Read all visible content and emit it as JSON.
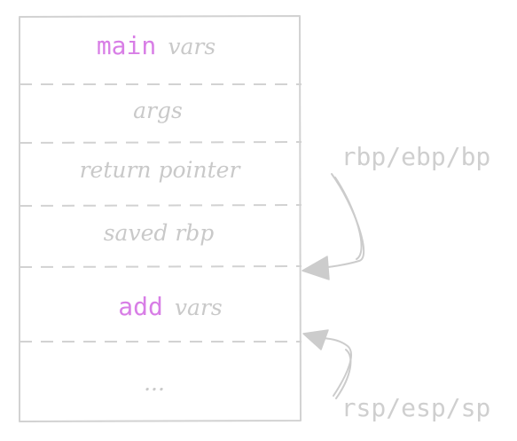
{
  "stack": {
    "main_slot": {
      "keyword": "main",
      "suffix": "vars"
    },
    "args_slot": {
      "text": "args"
    },
    "return_slot": {
      "text": "return pointer"
    },
    "saved_slot": {
      "text": "saved rbp"
    },
    "add_slot": {
      "keyword": "add",
      "suffix": "vars"
    },
    "ellipsis_slot": {
      "text": "..."
    }
  },
  "pointers": {
    "base": {
      "label": "rbp/ebp/bp"
    },
    "stack": {
      "label": "rsp/esp/sp"
    }
  },
  "colors": {
    "keyword": "#d87ee6",
    "stroke": "#d2d2d2",
    "muted_text": "#c9c9c9"
  }
}
